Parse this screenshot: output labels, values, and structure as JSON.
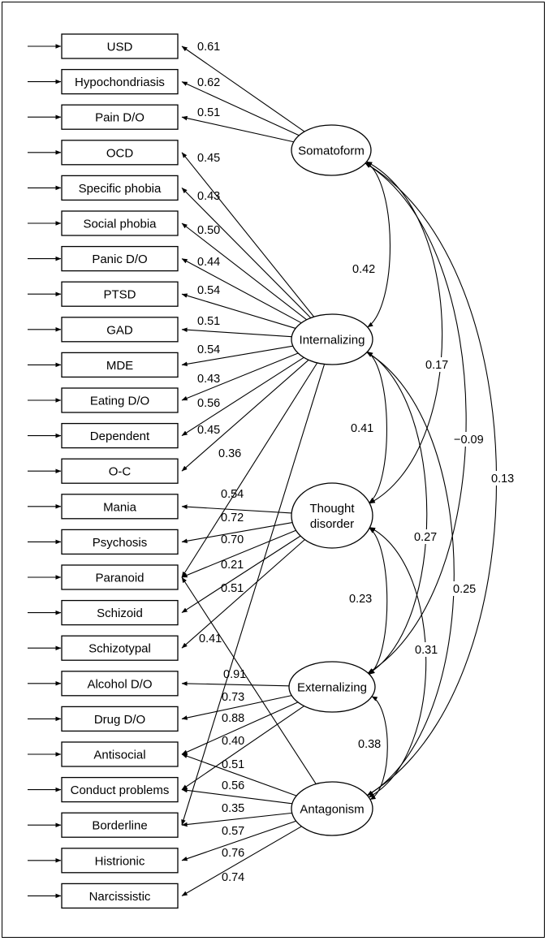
{
  "indicators": [
    "USD",
    "Hypochondriasis",
    "Pain D/O",
    "OCD",
    "Specific phobia",
    "Social phobia",
    "Panic D/O",
    "PTSD",
    "GAD",
    "MDE",
    "Eating D/O",
    "Dependent",
    "O-C",
    "Mania",
    "Psychosis",
    "Paranoid",
    "Schizoid",
    "Schizotypal",
    "Alcohol D/O",
    "Drug D/O",
    "Antisocial",
    "Conduct problems",
    "Borderline",
    "Histrionic",
    "Narcissistic"
  ],
  "factors": [
    {
      "id": "somatoform",
      "lines": [
        "Somatoform"
      ]
    },
    {
      "id": "internalizing",
      "lines": [
        "Internalizing"
      ]
    },
    {
      "id": "thought",
      "lines": [
        "Thought",
        "disorder"
      ]
    },
    {
      "id": "externalizing",
      "lines": [
        "Externalizing"
      ]
    },
    {
      "id": "antagonism",
      "lines": [
        "Antagonism"
      ]
    }
  ],
  "loadings": [
    {
      "factor": "somatoform",
      "indicator": 0,
      "value": "0.61"
    },
    {
      "factor": "somatoform",
      "indicator": 1,
      "value": "0.62"
    },
    {
      "factor": "somatoform",
      "indicator": 2,
      "value": "0.51"
    },
    {
      "factor": "internalizing",
      "indicator": 3,
      "value": "0.45"
    },
    {
      "factor": "internalizing",
      "indicator": 4,
      "value": "0.43"
    },
    {
      "factor": "internalizing",
      "indicator": 5,
      "value": "0.50"
    },
    {
      "factor": "internalizing",
      "indicator": 6,
      "value": "0.44"
    },
    {
      "factor": "internalizing",
      "indicator": 7,
      "value": "0.54"
    },
    {
      "factor": "internalizing",
      "indicator": 8,
      "value": "0.51"
    },
    {
      "factor": "internalizing",
      "indicator": 9,
      "value": "0.54"
    },
    {
      "factor": "internalizing",
      "indicator": 10,
      "value": "0.43"
    },
    {
      "factor": "internalizing",
      "indicator": 11,
      "value": "0.56"
    },
    {
      "factor": "internalizing",
      "indicator": 12,
      "value": "0.45"
    },
    {
      "factor": "internalizing",
      "indicator": 15,
      "value": "0.36"
    },
    {
      "factor": "internalizing",
      "indicator": 22,
      "value": "0.54"
    },
    {
      "factor": "thought",
      "indicator": 13,
      "value": "0.72"
    },
    {
      "factor": "thought",
      "indicator": 14,
      "value": "0.70"
    },
    {
      "factor": "thought",
      "indicator": 15,
      "value": "0.21"
    },
    {
      "factor": "thought",
      "indicator": 16,
      "value": "0.51"
    },
    {
      "factor": "thought",
      "indicator": 17,
      "value": "0.91"
    },
    {
      "factor": "externalizing",
      "indicator": 18,
      "value": "0.73"
    },
    {
      "factor": "externalizing",
      "indicator": 19,
      "value": "0.88"
    },
    {
      "factor": "externalizing",
      "indicator": 20,
      "value": "0.40"
    },
    {
      "factor": "externalizing",
      "indicator": 21,
      "value": "0.51"
    },
    {
      "factor": "antagonism",
      "indicator": 15,
      "value": "0.41"
    },
    {
      "factor": "antagonism",
      "indicator": 20,
      "value": "0.56"
    },
    {
      "factor": "antagonism",
      "indicator": 21,
      "value": "0.35"
    },
    {
      "factor": "antagonism",
      "indicator": 22,
      "value": "0.57"
    },
    {
      "factor": "antagonism",
      "indicator": 23,
      "value": "0.76"
    },
    {
      "factor": "antagonism",
      "indicator": 24,
      "value": "0.74"
    }
  ],
  "correlations": [
    {
      "a": "somatoform",
      "b": "internalizing",
      "value": "0.42"
    },
    {
      "a": "somatoform",
      "b": "thought",
      "value": "0.17"
    },
    {
      "a": "somatoform",
      "b": "externalizing",
      "value": "−0.09"
    },
    {
      "a": "somatoform",
      "b": "antagonism",
      "value": "0.13"
    },
    {
      "a": "internalizing",
      "b": "thought",
      "value": "0.41"
    },
    {
      "a": "internalizing",
      "b": "externalizing",
      "value": "0.27"
    },
    {
      "a": "internalizing",
      "b": "antagonism",
      "value": "0.25"
    },
    {
      "a": "thought",
      "b": "externalizing",
      "value": "0.23"
    },
    {
      "a": "thought",
      "b": "antagonism",
      "value": "0.31"
    },
    {
      "a": "externalizing",
      "b": "antagonism",
      "value": "0.38"
    }
  ]
}
